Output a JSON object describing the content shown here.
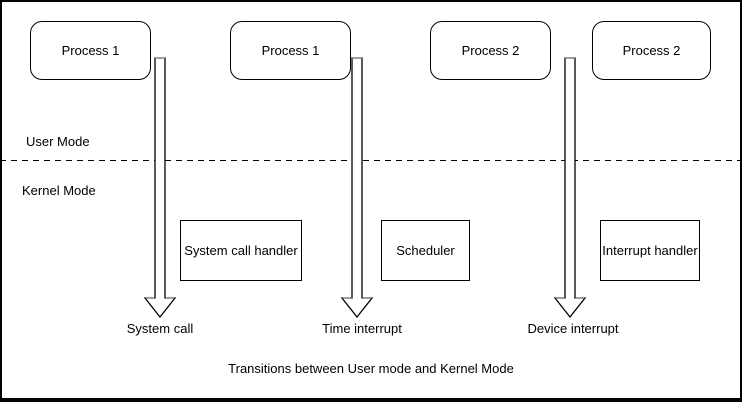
{
  "diagram": {
    "caption": "Transitions between User mode and Kernel Mode",
    "modes": {
      "user_label": "User Mode",
      "kernel_label": "Kernel Mode"
    },
    "process_boxes": [
      {
        "label": "Process 1"
      },
      {
        "label": "Process 1"
      },
      {
        "label": "Process 2"
      },
      {
        "label": "Process 2"
      }
    ],
    "kernel_handler_boxes": [
      {
        "label": "System call handler"
      },
      {
        "label": "Scheduler"
      },
      {
        "label": "Interrupt handler"
      }
    ],
    "transition_arrows": [
      {
        "label": "System call"
      },
      {
        "label": "Time interrupt"
      },
      {
        "label": "Device interrupt"
      }
    ],
    "colors": {
      "stroke": "#000000",
      "background": "#ffffff",
      "arrow_fill": "#ffffff",
      "arrow_cap_gray": "#8c8c8c"
    }
  }
}
